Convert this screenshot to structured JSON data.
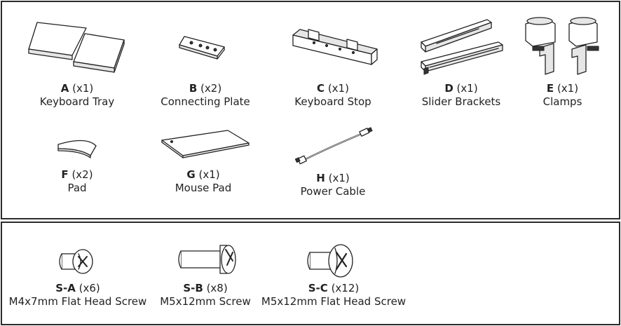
{
  "parts": [
    {
      "letter": "A",
      "qty": "(x1)",
      "name": "Keyboard Tray",
      "icon": "keyboard-tray-icon"
    },
    {
      "letter": "B",
      "qty": "(x2)",
      "name": "Connecting Plate",
      "icon": "connecting-plate-icon"
    },
    {
      "letter": "C",
      "qty": "(x1)",
      "name": "Keyboard Stop",
      "icon": "keyboard-stop-icon"
    },
    {
      "letter": "D",
      "qty": "(x1)",
      "name": "Slider Brackets",
      "icon": "slider-brackets-icon"
    },
    {
      "letter": "E",
      "qty": "(x1)",
      "name": "Clamps",
      "icon": "clamps-icon"
    },
    {
      "letter": "F",
      "qty": "(x2)",
      "name": "Pad",
      "icon": "pad-icon"
    },
    {
      "letter": "G",
      "qty": "(x1)",
      "name": "Mouse Pad",
      "icon": "mouse-pad-icon"
    },
    {
      "letter": "H",
      "qty": "(x1)",
      "name": "Power Cable",
      "icon": "power-cable-icon"
    }
  ],
  "hardware": [
    {
      "letter": "S-A",
      "qty": "(x6)",
      "name": "M4x7mm Flat Head Screw",
      "icon": "flat-head-screw-icon"
    },
    {
      "letter": "S-B",
      "qty": "(x8)",
      "name": "M5x12mm Screw",
      "icon": "screw-icon"
    },
    {
      "letter": "S-C",
      "qty": "(x12)",
      "name": "M5x12mm Flat Head Screw",
      "icon": "flat-head-screw-icon"
    }
  ]
}
